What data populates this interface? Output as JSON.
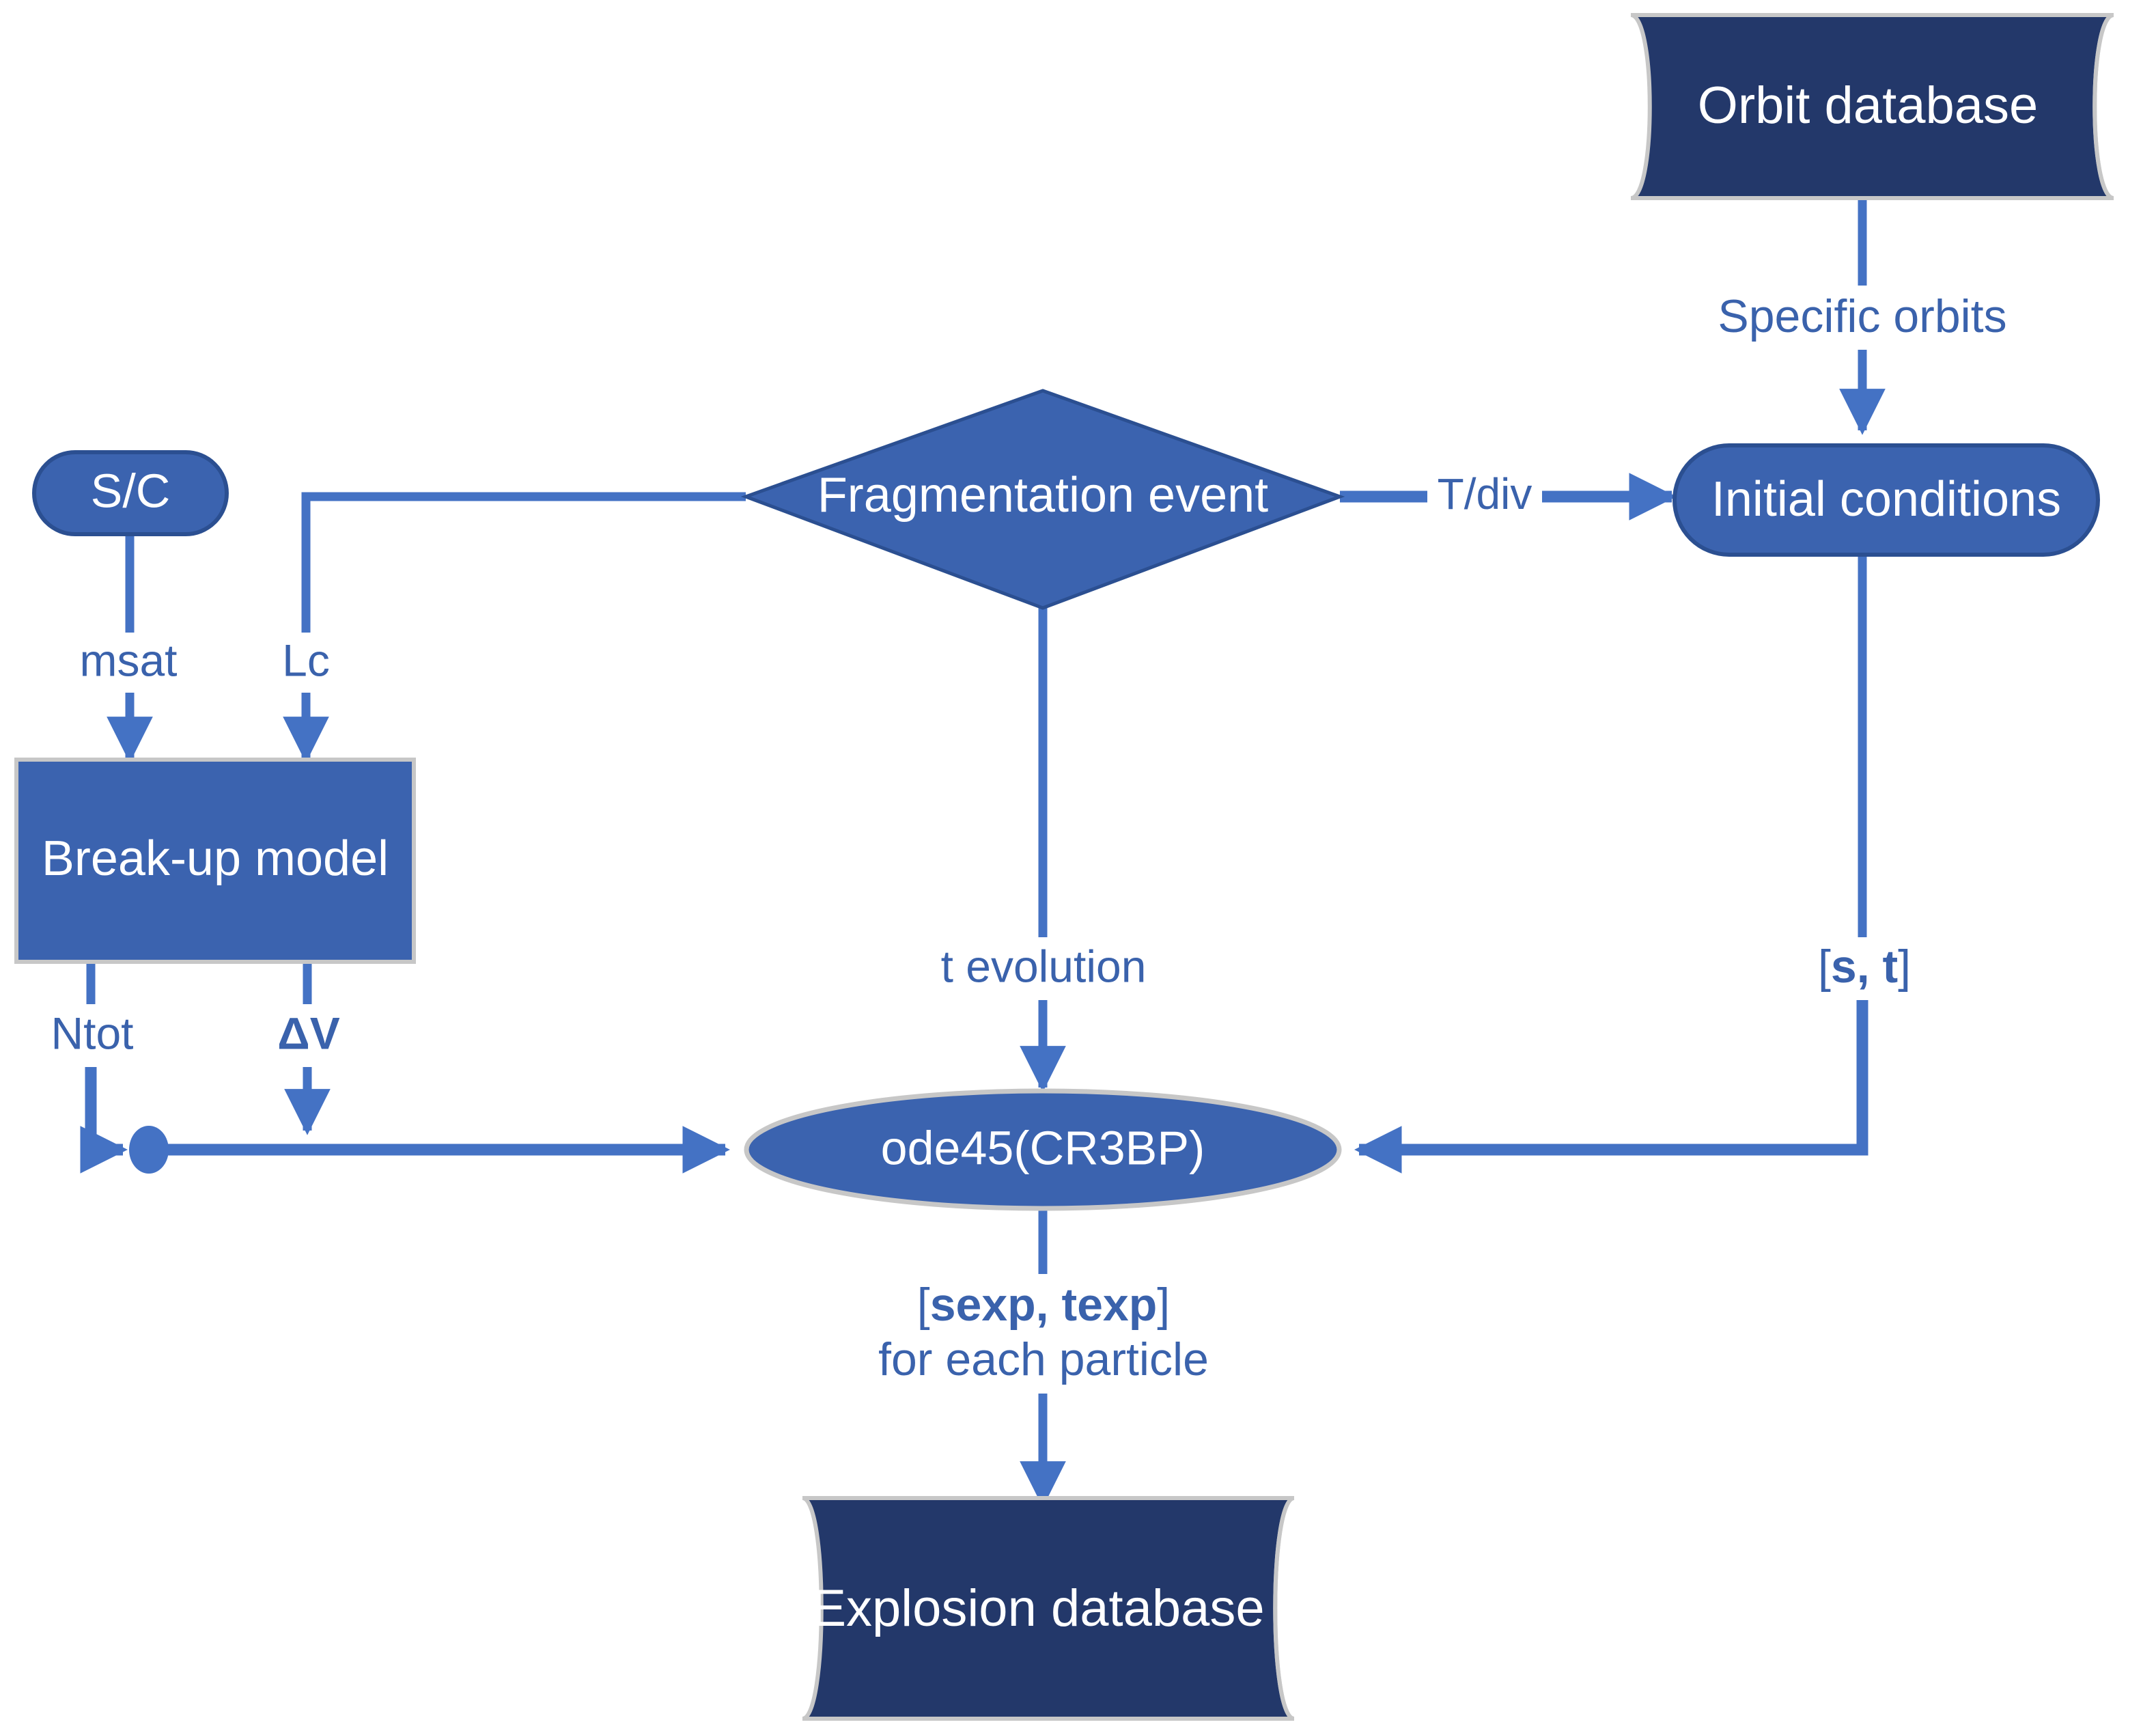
{
  "diagram": {
    "title": "Fragmentation simulation pipeline flowchart",
    "colors": {
      "database_fill": "#23386A",
      "process_fill": "#3B63AF",
      "accent_line": "#4472C4",
      "label_text": "#3A62AC",
      "node_text": "#FFFFFF",
      "shadow_stroke": "#C7C7C7",
      "background": "#FFFFFF"
    },
    "nodes": [
      {
        "id": "orbit-database",
        "label": "Orbit database",
        "shape": "cylinder-database",
        "fill": "#23386A",
        "text_color": "#FFFFFF"
      },
      {
        "id": "initial-conditions",
        "label": "Initial conditions",
        "shape": "rounded-pill",
        "fill": "#3B63AF",
        "text_color": "#FFFFFF"
      },
      {
        "id": "fragmentation-event",
        "label": "Fragmentation event",
        "shape": "diamond",
        "fill": "#3B63AF",
        "text_color": "#FFFFFF"
      },
      {
        "id": "spacecraft",
        "label": "S/C",
        "shape": "rounded-pill",
        "fill": "#3B63AF",
        "text_color": "#FFFFFF"
      },
      {
        "id": "breakup-model",
        "label": "Break-up model",
        "shape": "rectangle",
        "fill": "#3B63AF",
        "text_color": "#FFFFFF"
      },
      {
        "id": "ode45-cr3bp",
        "label": "ode45(CR3BP)",
        "shape": "ellipse",
        "fill": "#3B63AF",
        "text_color": "#FFFFFF"
      },
      {
        "id": "explosion-database",
        "label": "Explosion database",
        "shape": "cylinder-database",
        "fill": "#23386A",
        "text_color": "#FFFFFF"
      },
      {
        "id": "merge-junction",
        "label": "",
        "shape": "dot",
        "fill": "#4472C4",
        "text_color": "#FFFFFF"
      }
    ],
    "edges": [
      {
        "id": "orbitdb-to-ic",
        "from": "orbit-database",
        "to": "initial-conditions",
        "label": "Specific orbits",
        "bold": false,
        "arrow": true
      },
      {
        "id": "frag-to-ic",
        "from": "fragmentation-event",
        "to": "initial-conditions",
        "label": "T/div",
        "bold": false,
        "arrow": true
      },
      {
        "id": "sc-to-breakup",
        "from": "spacecraft",
        "to": "breakup-model",
        "label": "msat",
        "bold": false,
        "arrow": true
      },
      {
        "id": "frag-to-breakup",
        "from": "fragmentation-event",
        "to": "breakup-model",
        "label": "Lc",
        "bold": false,
        "arrow": true
      },
      {
        "id": "breakup-ntot-to-ode",
        "from": "breakup-model",
        "to": "merge-junction",
        "label": "Ntot",
        "bold": false,
        "arrow": true
      },
      {
        "id": "breakup-dv-to-ode",
        "from": "breakup-model",
        "to": "merge-junction",
        "label": "ΔV",
        "bold": true,
        "arrow": true
      },
      {
        "id": "frag-to-ode",
        "from": "fragmentation-event",
        "to": "ode45-cr3bp",
        "label": "t evolution",
        "bold": false,
        "arrow": true
      },
      {
        "id": "ic-to-ode",
        "from": "initial-conditions",
        "to": "ode45-cr3bp",
        "label": "[s, t]",
        "bold": true,
        "arrow": true
      },
      {
        "id": "merge-to-ode",
        "from": "merge-junction",
        "to": "ode45-cr3bp",
        "label": "",
        "bold": false,
        "arrow": true
      },
      {
        "id": "ode-to-explosiondb",
        "from": "ode45-cr3bp",
        "to": "explosion-database",
        "label": "[sexp, texp] for each particle",
        "bold": true,
        "arrow": true
      }
    ],
    "labels": {
      "specific_orbits": "Specific orbits",
      "t_div": "T/div",
      "msat": "msat",
      "lc": "Lc",
      "ntot": "Ntot",
      "delta_v": "ΔV",
      "t_evolution": "t evolution",
      "s_t_open": "[",
      "s_t_bold": "s, t",
      "s_t_close": "]",
      "sexp_texp_open": "[",
      "sexp_texp_bold": "sexp, texp",
      "sexp_texp_close": "]",
      "for_each_particle": "for each particle"
    },
    "node_text": {
      "orbit_database": "Orbit database",
      "initial_conditions": "Initial conditions",
      "fragmentation_event": "Fragmentation event",
      "spacecraft": "S/C",
      "breakup_model": "Break-up model",
      "ode45": "ode45(CR3BP)",
      "explosion_database": "Explosion database"
    }
  }
}
